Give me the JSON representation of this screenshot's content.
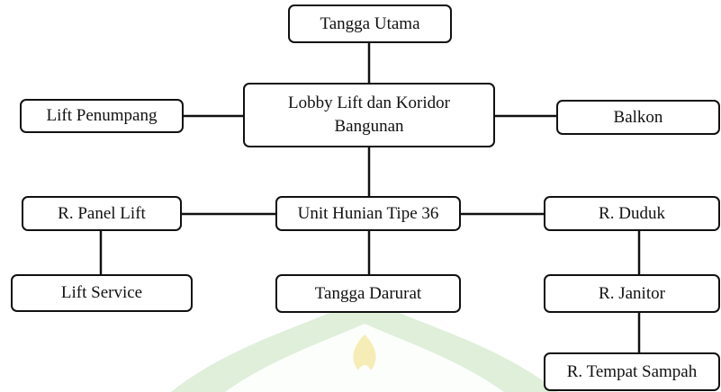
{
  "diagram": {
    "nodes": {
      "tangga_utama": "Tangga Utama",
      "lobby": "Lobby Lift dan Koridor Bangunan",
      "lift_penumpang": "Lift Penumpang",
      "balkon": "Balkon",
      "unit_hunian": "Unit Hunian Tipe 36",
      "panel_lift": "R. Panel Lift",
      "duduk": "R. Duduk",
      "lift_service": "Lift Service",
      "tangga_darurat": "Tangga Darurat",
      "janitor": "R. Janitor",
      "tempat_sampah": "R. Tempat Sampah"
    },
    "edges": [
      [
        "tangga_utama",
        "lobby"
      ],
      [
        "lift_penumpang",
        "lobby"
      ],
      [
        "lobby",
        "balkon"
      ],
      [
        "lobby",
        "unit_hunian"
      ],
      [
        "panel_lift",
        "unit_hunian"
      ],
      [
        "unit_hunian",
        "duduk"
      ],
      [
        "panel_lift",
        "lift_service"
      ],
      [
        "unit_hunian",
        "tangga_darurat"
      ],
      [
        "duduk",
        "janitor"
      ],
      [
        "janitor",
        "tempat_sampah"
      ]
    ]
  },
  "colors": {
    "line": "#111111",
    "background": "#ffffff",
    "watermark": "#d9ecd3",
    "watermark_flame": "#f6edb6"
  }
}
